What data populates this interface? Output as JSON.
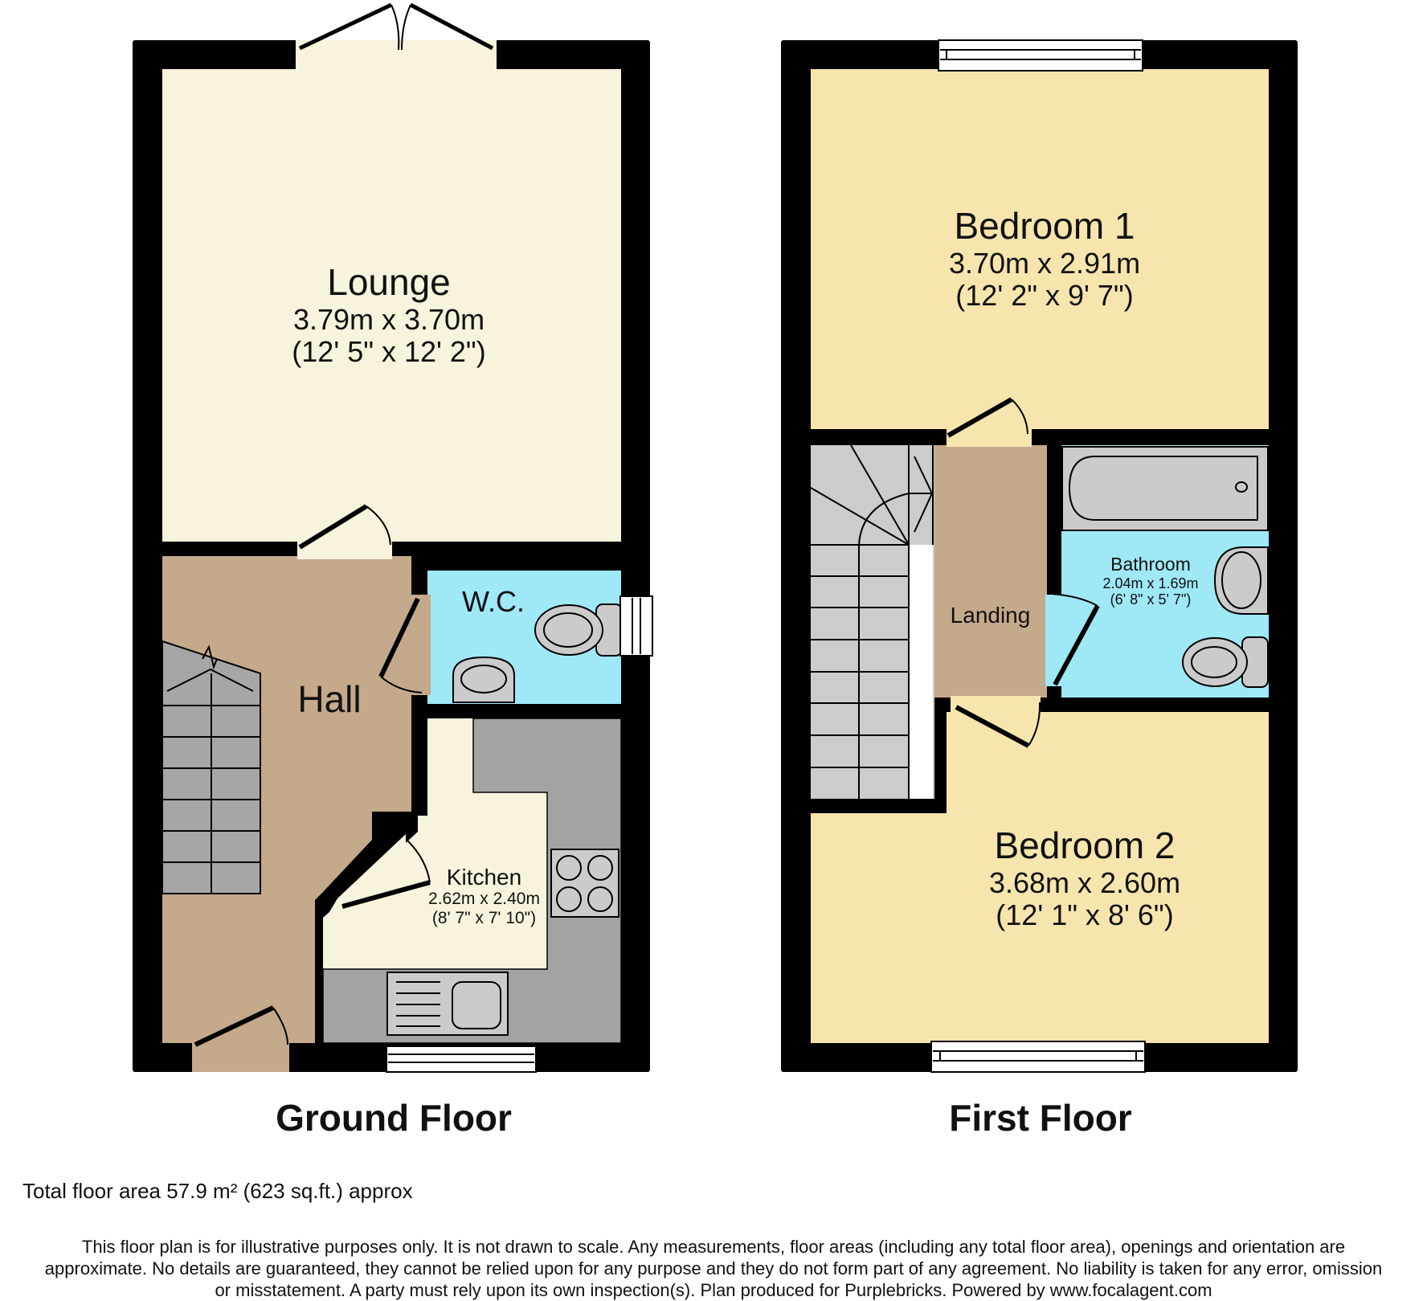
{
  "floors": [
    {
      "title": "Ground Floor",
      "rooms": [
        {
          "name": "Lounge",
          "metric": "3.79m x 3.70m",
          "imperial": "(12' 5\" x 12' 2\")"
        },
        {
          "name": "W.C."
        },
        {
          "name": "Hall"
        },
        {
          "name": "Kitchen",
          "metric": "2.62m x 2.40m",
          "imperial": "(8' 7\" x 7' 10\")"
        }
      ]
    },
    {
      "title": "First Floor",
      "rooms": [
        {
          "name": "Bedroom 1",
          "metric": "3.70m x 2.91m",
          "imperial": "(12' 2\" x 9' 7\")"
        },
        {
          "name": "Landing"
        },
        {
          "name": "Bathroom",
          "metric": "2.04m x 1.69m",
          "imperial": "(6' 8\" x 5' 7\")"
        },
        {
          "name": "Bedroom 2",
          "metric": "3.68m x 2.60m",
          "imperial": "(12' 1\" x 8' 6\")"
        }
      ]
    }
  ],
  "total_area": "Total floor area 57.9 m² (623 sq.ft.) approx",
  "disclaimer": {
    "line1": "This floor plan is for illustrative purposes only. It is not drawn to scale. Any measurements, floor areas (including any total floor area), openings and orientation are",
    "line2": "approximate. No details are guaranteed, they cannot be relied upon for any purpose and they do not form part of any agreement. No liability is taken for any error, omission",
    "line3": "or misstatement. A party must rely upon its own inspection(s). Plan produced for Purplebricks. Powered by www.focalagent.com"
  },
  "colors": {
    "wall": "#000000",
    "lounge": "#f8f3dc",
    "kitchen_floor": "#f8f3dc",
    "hall": "#c4a98b",
    "landing": "#c4a98b",
    "wet_room": "#9fe8f6",
    "bedroom": "#f7e5ae",
    "stairs": "#a6a6a6",
    "stairs_first": "#cccccc",
    "worktop": "#a3a3a3",
    "fixture": "#cbcbcb"
  }
}
